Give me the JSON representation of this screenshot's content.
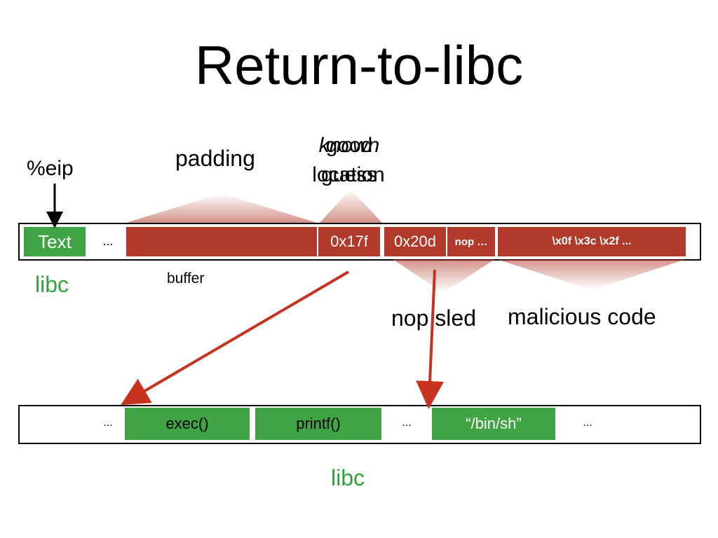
{
  "title": "Return-to-libc",
  "labels": {
    "eip": "%eip",
    "padding": "padding",
    "known": "known",
    "good": "good",
    "location": "location",
    "guess": "guess",
    "libc_top": "libc",
    "buffer": "buffer",
    "nop_sled": "nop sled",
    "malicious_code": "malicious code",
    "libc_bottom": "libc"
  },
  "stack_bar": {
    "text_cell": "Text",
    "dots": "...",
    "addr1": "0x17f",
    "addr2": "0x20d",
    "nop": "nop …",
    "code": "\\x0f \\x3c \\x2f ..."
  },
  "libc_bar": {
    "dots1": "...",
    "exec": "exec()",
    "printf": "printf()",
    "dots2": "...",
    "binsh": "“/bin/sh”",
    "dots3": "..."
  },
  "colors": {
    "green": "#3fa444",
    "red": "#b13a2b",
    "arrow": "#c8331f",
    "libc_text": "#2ea33a"
  }
}
